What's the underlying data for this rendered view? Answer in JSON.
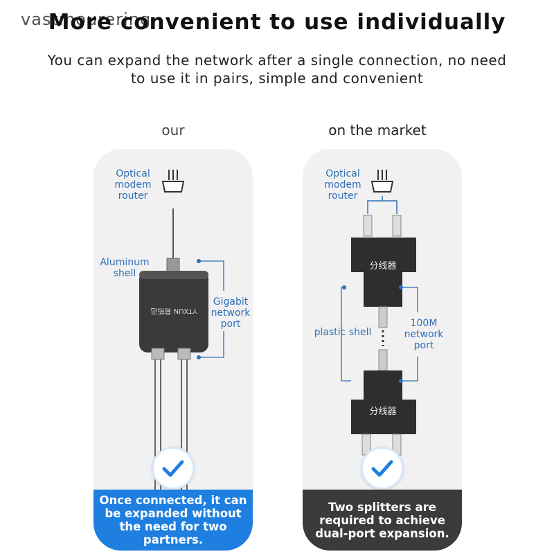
{
  "watermark": "vastmourering",
  "title": "More convenient to use individually",
  "subtitle": "You can expand the network after a single connection, no need to use it in pairs, simple and convenient",
  "left": {
    "heading": "our",
    "label_modem": "Optical modem router",
    "label_shell": "Aluminum shell",
    "label_port": "Gigabit network port",
    "device_text": "YTXUN 易拓迅",
    "caption": "Once connected, it can be expanded without the need for two partners."
  },
  "right": {
    "heading": "on the market",
    "label_modem": "Optical modem router",
    "label_shell": "plastic shell",
    "label_port": "100M network port",
    "splitter_text": "分线器",
    "caption": "Two splitters are required to achieve dual-port expansion."
  },
  "colors": {
    "accent_blue": "#1f7fe0",
    "label_blue": "#2e6fb8",
    "dark_caption": "#3b3b3b"
  },
  "icons": [
    "plug-icon",
    "checkmark-icon"
  ]
}
